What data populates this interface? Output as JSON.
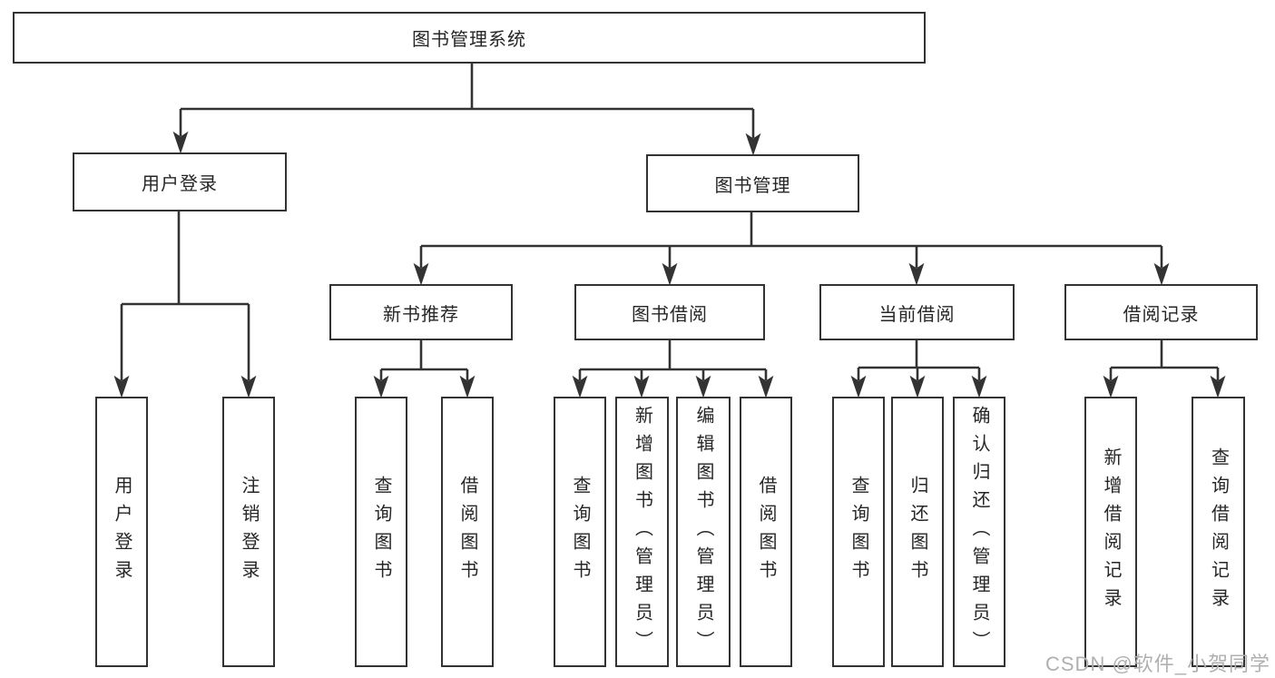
{
  "tree": {
    "root": {
      "label": "图书管理系统"
    },
    "branches": [
      {
        "label": "用户登录",
        "children": [
          {
            "label": "用户登录"
          },
          {
            "label": "注销登录"
          }
        ]
      },
      {
        "label": "图书管理",
        "children": [
          {
            "label": "新书推荐",
            "children": [
              {
                "label": "查询图书"
              },
              {
                "label": "借阅图书"
              }
            ]
          },
          {
            "label": "图书借阅",
            "children": [
              {
                "label": "查询图书"
              },
              {
                "label": "新增图书（管理员）"
              },
              {
                "label": "编辑图书（管理员）"
              },
              {
                "label": "借阅图书"
              }
            ]
          },
          {
            "label": "当前借阅",
            "children": [
              {
                "label": "查询图书"
              },
              {
                "label": "归还图书"
              },
              {
                "label": "确认归还（管理员）"
              }
            ]
          },
          {
            "label": "借阅记录",
            "children": [
              {
                "label": "新增借阅记录"
              },
              {
                "label": "查询借阅记录"
              }
            ]
          }
        ]
      }
    ]
  },
  "watermark": {
    "text": "CSDN @软件_小贺同学"
  },
  "colors": {
    "line": "#333333",
    "border": "#333333",
    "text": "#262626",
    "background": "#ffffff",
    "watermark": "#b0b0b0"
  }
}
